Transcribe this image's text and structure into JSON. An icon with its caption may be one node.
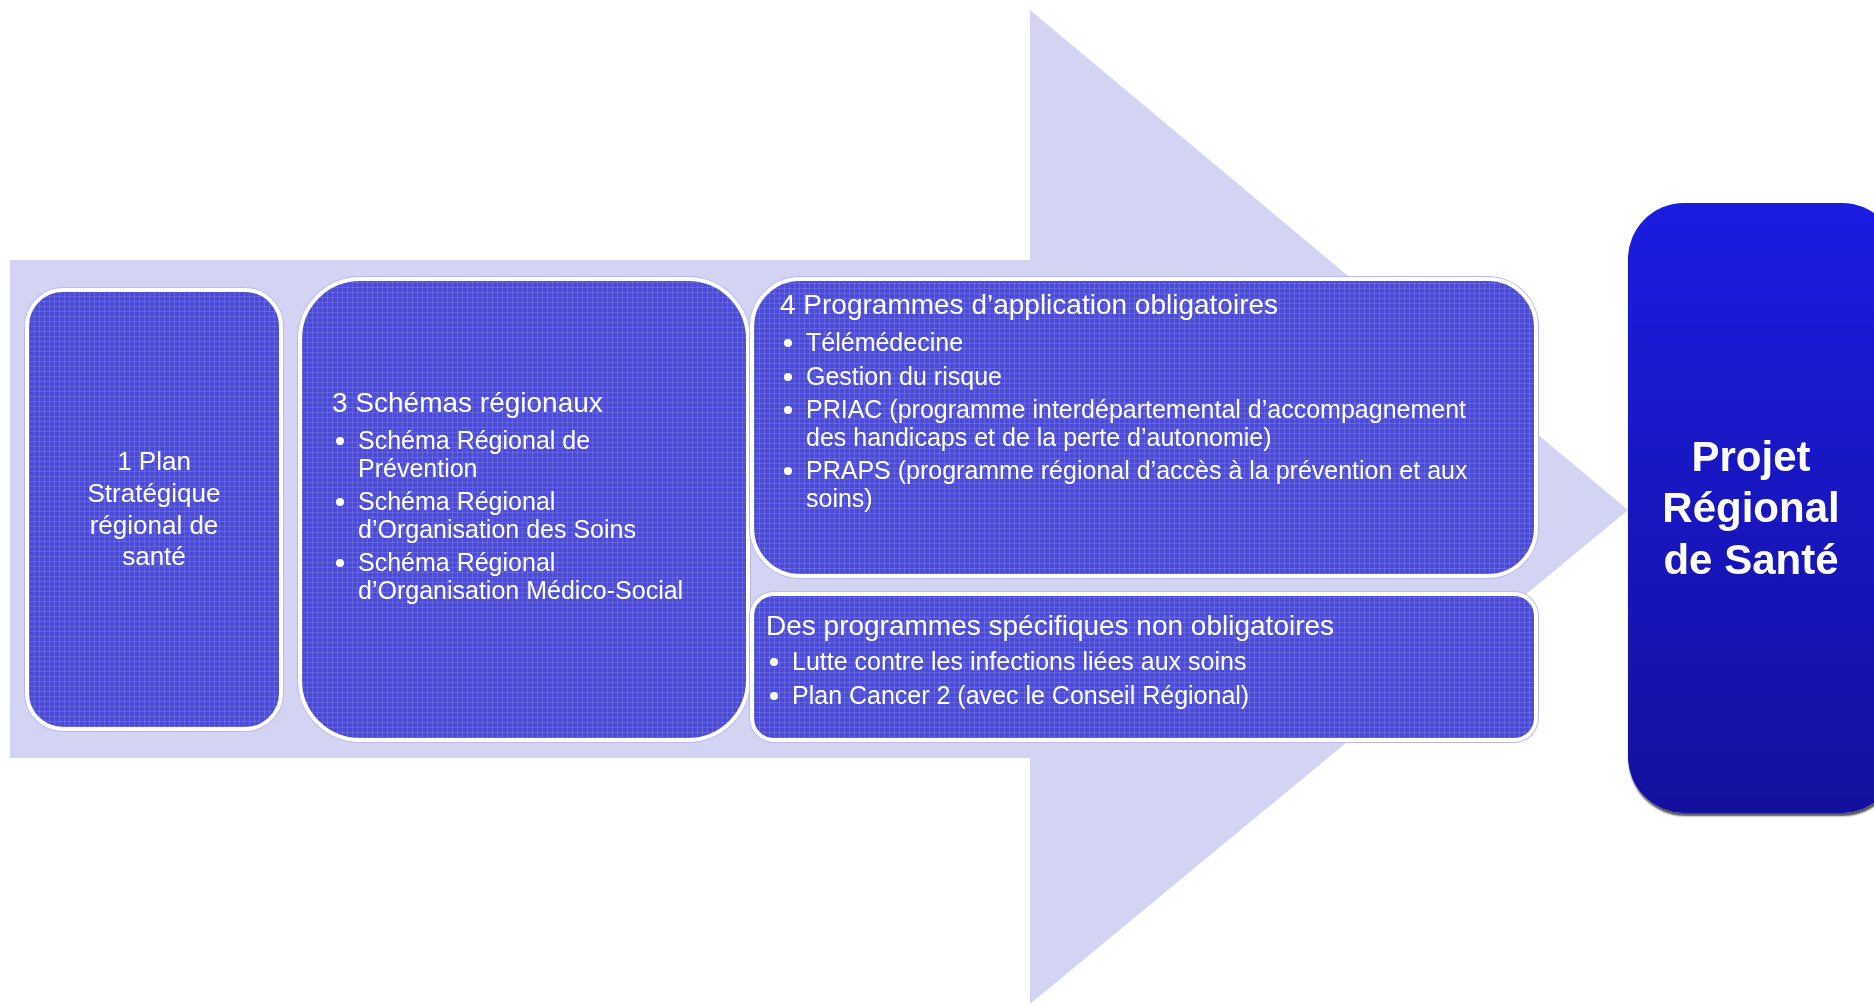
{
  "diagram": {
    "nodes": [
      {
        "text": [
          "1 Plan Stratégique régional de santé"
        ]
      },
      {
        "text": [
          "3 Schémas régionaux",
          "Schéma Régional de Prévention",
          "Schéma Régional d’Organisation des Soins",
          "Schéma Régional d’Organisation Médico-Social"
        ]
      },
      {
        "text": [
          "4 Programmes d’application obligatoires",
          "Télémédecine",
          "Gestion du risque",
          "PRIAC (programme interdépartemental d’accompagnement des handicaps et de la perte d’autonomie)",
          "PRAPS (programme régional d’accès à la prévention et aux soins)"
        ]
      },
      {
        "text": [
          "Des programmes spécifiques non obligatoires",
          "Lutte contre les infections liées aux soins",
          "Plan Cancer 2 (avec le Conseil Régional)"
        ]
      },
      {
        "text": [
          "Projet Régional de Santé"
        ]
      }
    ],
    "edges": [
      {
        "from": 0,
        "to": 4,
        "arrow": "to"
      }
    ]
  }
}
